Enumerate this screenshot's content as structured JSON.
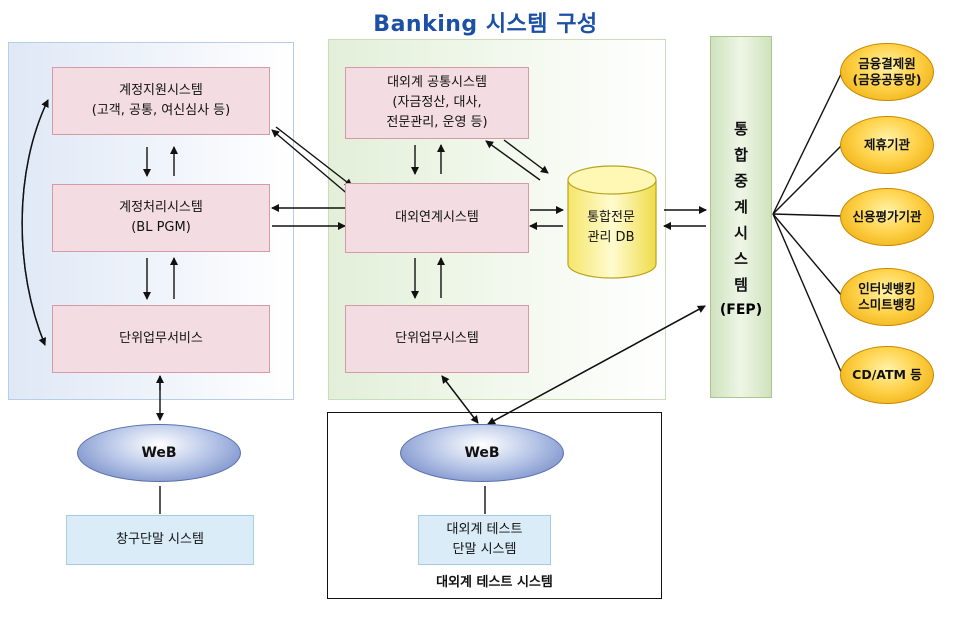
{
  "title": "Banking 시스템 구성",
  "left_panel": {
    "account_support": [
      "계정지원시스템",
      "(고객, 공통, 여신심사 등)"
    ],
    "account_processing": [
      "계정처리시스템",
      "(BL PGM)"
    ],
    "unit_service": "단위업무서비스"
  },
  "middle_panel": {
    "external_common": [
      "대외계 공통시스템",
      "(자금정산, 대사,",
      "전문관리, 운영 등)"
    ],
    "external_link": "대외연계시스템",
    "unit_system": "단위업무시스템"
  },
  "database": [
    "통합전문",
    "관리 DB"
  ],
  "fep": {
    "chars": [
      "통",
      "합",
      "중",
      "계",
      "시",
      "스",
      "템"
    ],
    "label": "(FEP)"
  },
  "external_orgs": [
    [
      "금융결제원",
      "(금융공동망)"
    ],
    [
      "제휴기관"
    ],
    [
      "신용평가기관"
    ],
    [
      "인터넷뱅킹",
      "스미트뱅킹"
    ],
    [
      "CD/ATM 등"
    ]
  ],
  "web_left": "WeB",
  "web_right": "WeB",
  "teller_terminal": "창구단말 시스템",
  "test_terminal": [
    "대외계 테스트",
    "단말 시스템"
  ],
  "test_system_label": "대외계 테스트 시스템",
  "colors": {
    "title": "#1b50a6",
    "system_box": "#f3dde3",
    "left_panel": "#dfe8f6",
    "middle_panel": "#e3efd9",
    "fep": "#cfe2bd",
    "external_org": "#ffd24a",
    "web": "#b8c7e8",
    "terminal": "#d9ecf8"
  }
}
